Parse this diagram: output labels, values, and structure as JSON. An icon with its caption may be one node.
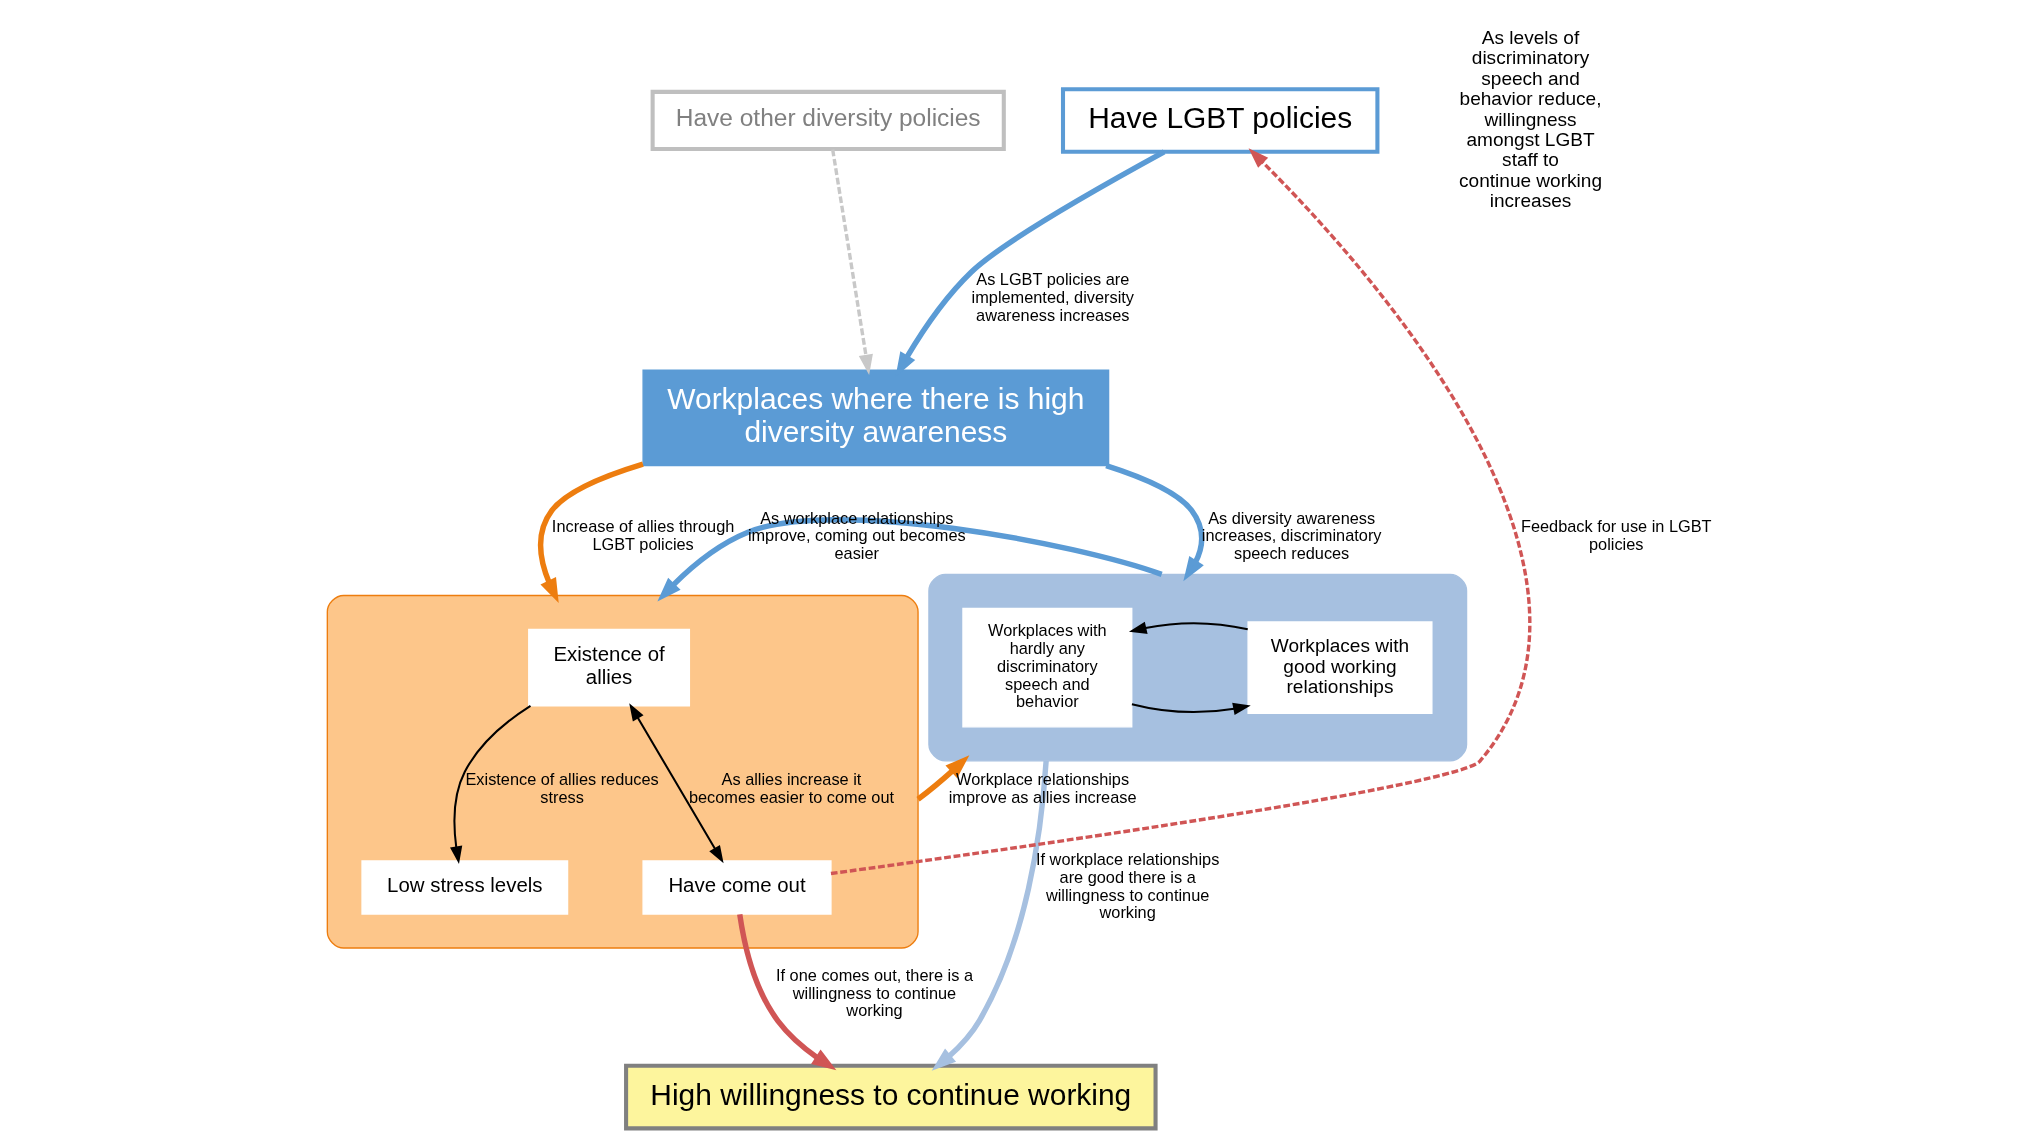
{
  "diagram": {
    "nodes": [
      {
        "text": [
          "Have other diversity policies"
        ]
      },
      {
        "text": [
          "Have LGBT policies"
        ]
      },
      {
        "text": [
          "Workplaces where there is high diversity awareness"
        ]
      },
      {
        "text": [],
        "shape": "box"
      },
      {
        "text": [
          "Workplaces with hardly any discriminatory speech and behavior"
        ],
        "in": 3
      },
      {
        "text": [
          "Workplaces with good working relationships"
        ],
        "in": 3
      },
      {
        "text": [],
        "shape": "box"
      },
      {
        "text": [
          "Existence of allies"
        ],
        "in": 6
      },
      {
        "text": [
          "Low stress levels"
        ],
        "in": 6
      },
      {
        "text": [
          "Have come out"
        ],
        "in": 6
      },
      {
        "text": [
          "High willingness to continue working"
        ]
      }
    ],
    "edges": [
      {
        "from": 0,
        "to": 2,
        "arrow": "to",
        "style": "dashed",
        "color": "#c8c8c8"
      },
      {
        "from": 1,
        "to": 2,
        "arrow": "to",
        "label": "As LGBT policies are implemented, diversity awareness increases",
        "color": "#5b9bd5"
      },
      {
        "from": 2,
        "to": 3,
        "arrow": "to",
        "label": "As diversity awareness increases, discriminatory speech reduces",
        "color": "#5b9bd5"
      },
      {
        "from": 2,
        "to": 6,
        "arrow": "to",
        "label": "Increase of allies through LGBT policies",
        "color": "#ed7d0f"
      },
      {
        "from": 4,
        "to": 5,
        "arrow": "to"
      },
      {
        "from": 5,
        "to": 4,
        "arrow": "to"
      },
      {
        "from": 3,
        "to": 6,
        "arrow": "to",
        "label": "As workplace relationships improve, coming out becomes easier",
        "color": "#5b9bd5"
      },
      {
        "from": 6,
        "to": 3,
        "arrow": "to",
        "label": "Workplace relationships improve as allies increase",
        "color": "#ed7d0f"
      },
      {
        "from": 7,
        "to": 8,
        "arrow": "to",
        "label": "Existence of allies reduces stress"
      },
      {
        "from": 7,
        "to": 9,
        "arrow": "both",
        "label": "As allies increase it becomes easier to come out"
      },
      {
        "from": 9,
        "to": 1,
        "arrow": "to",
        "label": "Feedback for use in LGBT policies",
        "style": "dashed",
        "color": "#d05555"
      },
      {
        "from": 3,
        "to": 10,
        "arrow": "to",
        "label": "If workplace relationships are good there is a willingness to continue working",
        "color": "#a6c0e0"
      },
      {
        "from": 9,
        "to": 10,
        "arrow": "to",
        "label": "If one comes out, there is a willingness to continue working",
        "color": "#d05555"
      }
    ],
    "labels": [
      "As levels of discriminatory speech and behavior reduce, willingness amongst LGBT staff to continue working increases"
    ]
  }
}
